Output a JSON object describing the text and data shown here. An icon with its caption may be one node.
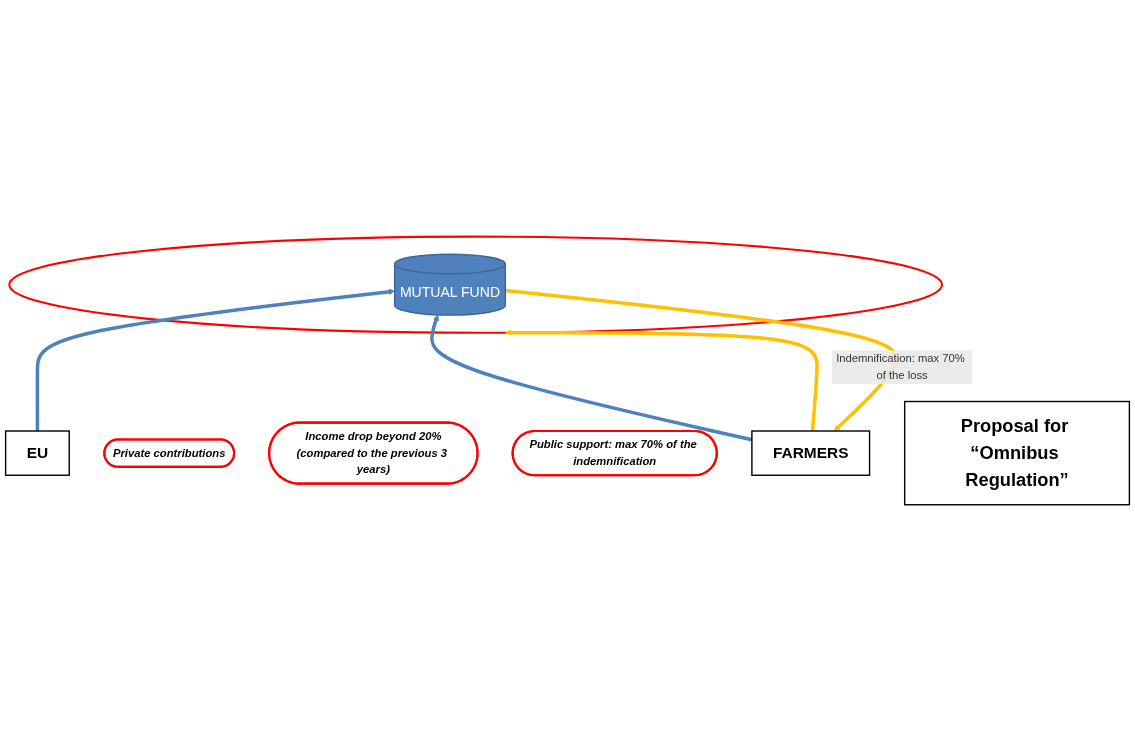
{
  "diagram": {
    "nodes": [
      {
        "text": [
          "FARMERS"
        ]
      },
      {
        "text": [
          "Private contributions"
        ]
      },
      {
        "text": [
          "Income drop beyond 20%",
          "(compared to the previous 3 years)"
        ]
      },
      {
        "text": [],
        "shape": "ellipse"
      },
      {
        "text": [
          "MUTUAL FUND"
        ],
        "in": 3
      },
      {
        "text": [
          "Public support: max 70% of the indemnification"
        ]
      },
      {
        "text": [
          "EU"
        ]
      },
      {
        "text": [
          "Proposal for “Omnibus Regulation”"
        ]
      }
    ],
    "edges": [
      {
        "from": 4,
        "to": 0,
        "arrow": "to",
        "label": "Indemnification: max 70% of the loss",
        "color": "#ffc000"
      },
      {
        "from": 0,
        "to": 4,
        "arrow": "to",
        "color": "#4f81bd"
      },
      {
        "from": 0,
        "to": 3,
        "arrow": "to",
        "color": "#ffc000"
      },
      {
        "from": 6,
        "to": 4,
        "arrow": "to",
        "color": "#4f81bd"
      }
    ]
  }
}
